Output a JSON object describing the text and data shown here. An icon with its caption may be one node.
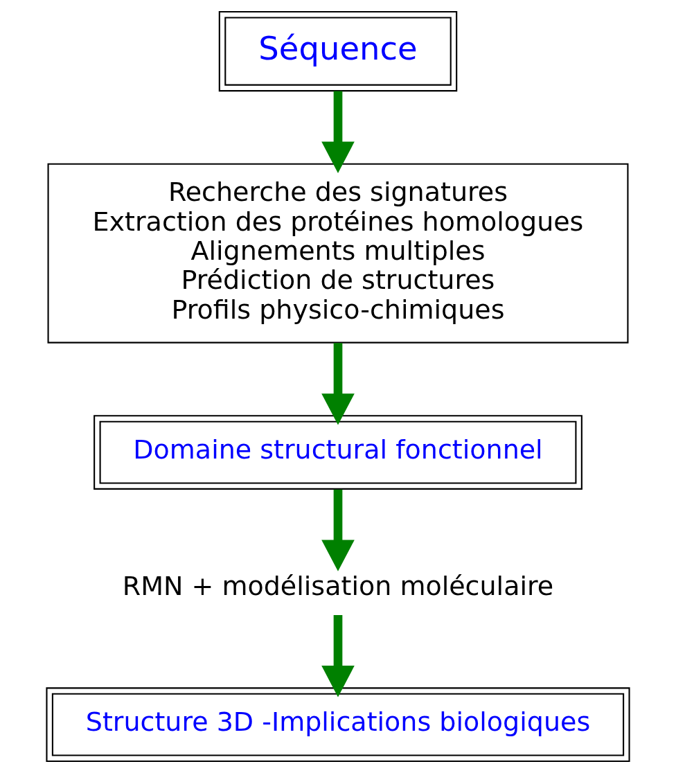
{
  "diagram": {
    "nodes": [
      {
        "text": [
          "Séquence"
        ]
      },
      {
        "text": [
          "Recherche des signatures",
          "Extraction des protéines homologues",
          "Alignements multiples",
          "Prédiction de structures",
          "Profils physico-chimiques"
        ]
      },
      {
        "text": [
          "Domaine structural fonctionnel"
        ]
      },
      {
        "text": [
          "RMN + modélisation moléculaire"
        ]
      },
      {
        "text": [
          "Structure 3D -Implications biologiques"
        ]
      }
    ],
    "edges": [
      {
        "from": 0,
        "to": 1,
        "arrow": "to"
      },
      {
        "from": 1,
        "to": 2,
        "arrow": "to"
      },
      {
        "from": 2,
        "to": 3,
        "arrow": "to"
      },
      {
        "from": 3,
        "to": 4,
        "arrow": "to"
      }
    ]
  }
}
